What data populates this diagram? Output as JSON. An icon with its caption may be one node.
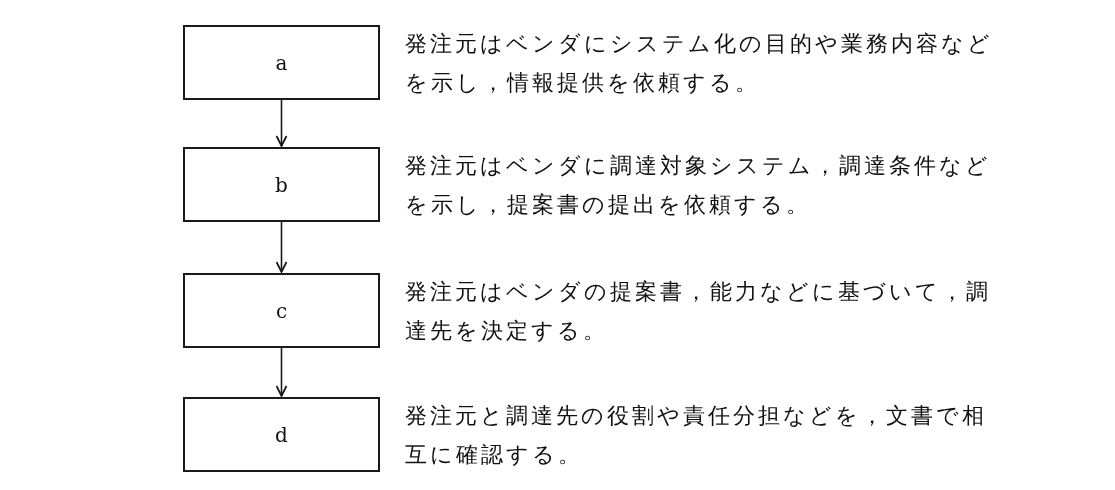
{
  "diagram": {
    "nodes": [
      {
        "text": [
          "a"
        ],
        "beside": [
          "発注元はベンダにシステム化の目的や業務内容などを示し，情報提供を依頼する。"
        ]
      },
      {
        "text": [
          "b"
        ],
        "beside": [
          "発注元はベンダに調達対象システム，調達条件などを示し，提案書の提出を依頼する。"
        ]
      },
      {
        "text": [
          "c"
        ],
        "beside": [
          "発注元はベンダの提案書，能力などに基づいて，調達先を決定する。"
        ]
      },
      {
        "text": [
          "d"
        ],
        "beside": [
          "発注元と調達先の役割や責任分担などを，文書で相互に確認する。"
        ]
      }
    ],
    "edges": [
      {
        "from": 0,
        "to": 1,
        "arrow": "to"
      },
      {
        "from": 1,
        "to": 2,
        "arrow": "to"
      },
      {
        "from": 2,
        "to": 3,
        "arrow": "to"
      }
    ]
  }
}
